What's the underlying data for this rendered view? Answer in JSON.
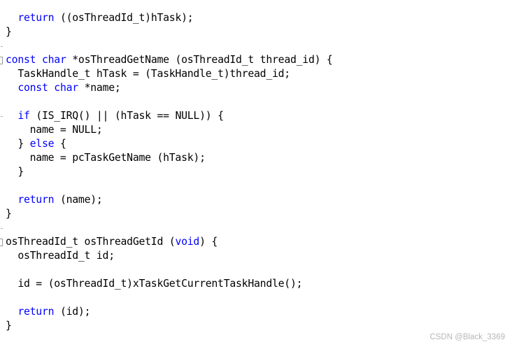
{
  "colors": {
    "keyword": "#0000ff",
    "text": "#000000",
    "watermark": "#b7b7b7"
  },
  "code": [
    [
      {
        "t": "  "
      },
      {
        "t": "return",
        "k": 1
      },
      {
        "t": " ((osThreadId_t)hTask);"
      }
    ],
    [
      {
        "t": "}"
      }
    ],
    [],
    [
      {
        "t": "const",
        "k": 1
      },
      {
        "t": " "
      },
      {
        "t": "char",
        "k": 1
      },
      {
        "t": " *osThreadGetName (osThreadId_t thread_id) {"
      }
    ],
    [
      {
        "t": "  TaskHandle_t hTask = (TaskHandle_t)thread_id;"
      }
    ],
    [
      {
        "t": "  "
      },
      {
        "t": "const",
        "k": 1
      },
      {
        "t": " "
      },
      {
        "t": "char",
        "k": 1
      },
      {
        "t": " *name;"
      }
    ],
    [],
    [
      {
        "t": "  "
      },
      {
        "t": "if",
        "k": 1
      },
      {
        "t": " (IS_IRQ() || (hTask == NULL)) {"
      }
    ],
    [
      {
        "t": "    name = NULL;"
      }
    ],
    [
      {
        "t": "  } "
      },
      {
        "t": "else",
        "k": 1
      },
      {
        "t": " {"
      }
    ],
    [
      {
        "t": "    name = pcTaskGetName (hTask);"
      }
    ],
    [
      {
        "t": "  }"
      }
    ],
    [],
    [
      {
        "t": "  "
      },
      {
        "t": "return",
        "k": 1
      },
      {
        "t": " (name);"
      }
    ],
    [
      {
        "t": "}"
      }
    ],
    [],
    [
      {
        "t": "osThreadId_t osThreadGetId ("
      },
      {
        "t": "void",
        "k": 1
      },
      {
        "t": ") {"
      }
    ],
    [
      {
        "t": "  osThreadId_t id;"
      }
    ],
    [],
    [
      {
        "t": "  id = (osThreadId_t)xTaskGetCurrentTaskHandle();"
      }
    ],
    [],
    [
      {
        "t": "  "
      },
      {
        "t": "return",
        "k": 1
      },
      {
        "t": " (id);"
      }
    ],
    [
      {
        "t": "}"
      }
    ]
  ],
  "watermark": "CSDN @Black_3369"
}
